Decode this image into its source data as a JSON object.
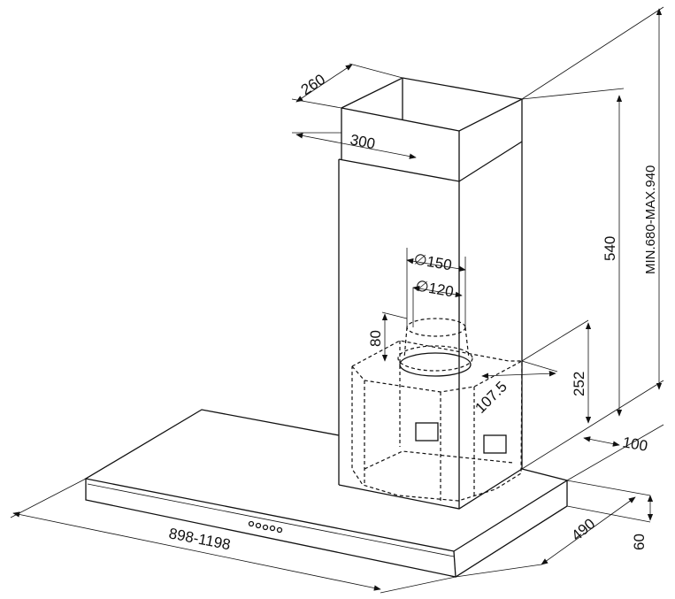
{
  "title": "Chimney hood dimensional drawing",
  "dimensions": {
    "chimney_depth": "260",
    "chimney_width": "300",
    "outlet_diameter_large": "∅150",
    "outlet_diameter_small": "∅120",
    "collar_height": "80",
    "outlet_offset": "107.5",
    "motor_height": "252",
    "chimney_height": "540",
    "total_height_range": "MIN.680-MAX.940",
    "wall_offset": "100",
    "hood_depth": "490",
    "hood_thickness": "60",
    "hood_width": "898-1198"
  },
  "colors": {
    "line": "#111111",
    "background": "#ffffff"
  }
}
